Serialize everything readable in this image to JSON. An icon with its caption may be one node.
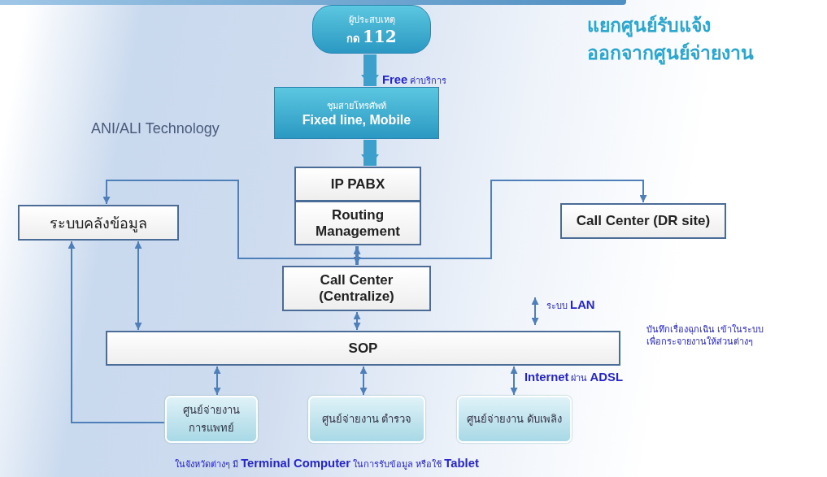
{
  "diagram": {
    "nodes": [
      {
        "text": [
          "ผู้ประสบเหตุ",
          "กด **112**"
        ]
      },
      {
        "text": [
          "ชุมสายโทรศัพท์",
          "Fixed line, Mobile"
        ]
      },
      {
        "text": [
          "IP PABX"
        ]
      },
      {
        "text": [
          "Routing Management"
        ]
      },
      {
        "text": [
          "ระบบคลังข้อมูล"
        ]
      },
      {
        "text": [
          "Call Center (DR site)"
        ]
      },
      {
        "text": [
          "Call Center (Centralize)"
        ]
      },
      {
        "text": [
          "SOP"
        ]
      },
      {
        "text": [
          "ศูนย์จ่ายงาน การแพทย์"
        ]
      },
      {
        "text": [
          "ศูนย์จ่ายงาน ตำรวจ"
        ]
      },
      {
        "text": [
          "ศูนย์จ่ายงาน ดับเพลิง"
        ]
      }
    ],
    "edges": [
      {
        "from": 0,
        "to": 1,
        "arrow": "to",
        "label": "**Free** ค่าบริการ",
        "style": "thick",
        "color": "#3d9fcc"
      },
      {
        "from": 1,
        "to": 2,
        "arrow": "to",
        "style": "thick",
        "color": "#3d9fcc"
      },
      {
        "from": 3,
        "to": 6,
        "arrow": "both",
        "style": "thick"
      },
      {
        "from": 3,
        "to": 4,
        "arrow": "to"
      },
      {
        "from": 3,
        "to": 5,
        "arrow": "to"
      },
      {
        "from": 6,
        "to": 7,
        "arrow": "both"
      },
      {
        "from": 4,
        "to": 7,
        "arrow": "both"
      },
      {
        "from": 8,
        "to": 4,
        "arrow": "to"
      },
      {
        "from": 7,
        "to": 8,
        "arrow": "both"
      },
      {
        "from": 7,
        "to": 9,
        "arrow": "both"
      },
      {
        "from": 7,
        "to": 10,
        "arrow": "both",
        "label": "**Internet** ผ่าน **ADSL**"
      }
    ],
    "labels": [
      "แยกศูนย์รับแจ้ง ออกจากศูนย์จ่ายงาน",
      "ANI/ALI Technology",
      "ระบบ **LAN**",
      "บันทึกเรื่องฉุกเฉิน เข้าในระบบ เพื่อกระจายงานให้ส่วนต่างๆ",
      "ในจังหวัดต่างๆ มี **Terminal Computer** ในการรับข้อมูล หรือใช้ **Tablet**"
    ]
  }
}
